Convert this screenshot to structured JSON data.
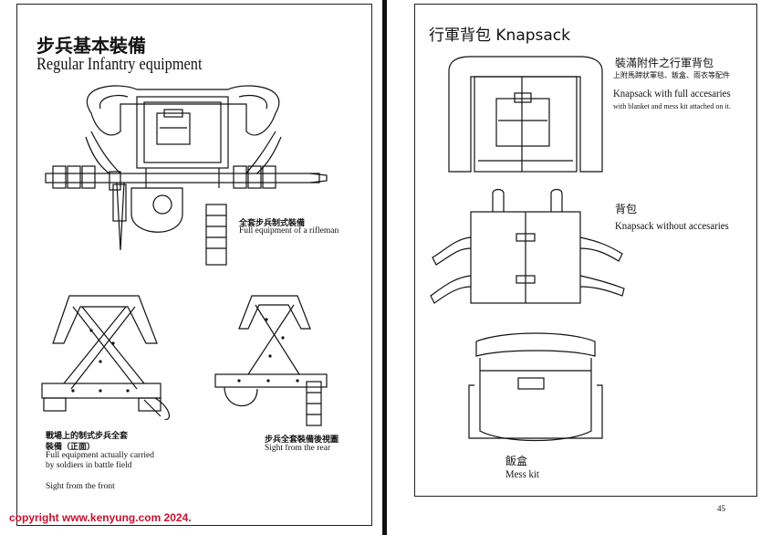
{
  "left_page": {
    "title_zh": "步兵基本裝備",
    "title_en": "Regular Infantry equipment",
    "rifleman": {
      "caption_zh": "全套步兵制式裝備",
      "caption_en": "Full equipment of a rifleman"
    },
    "front_view": {
      "caption_zh_1": "戰場上的制式步兵全套",
      "caption_zh_2": "裝備（正面）",
      "caption_en_1": "Full equipment actually carried by soldiers in battle field",
      "caption_en_2": "Sight from the front"
    },
    "rear_view": {
      "caption_zh": "步兵全套裝備後視圖",
      "caption_en": "Sight from the rear"
    }
  },
  "right_page": {
    "title": "行軍背包 Knapsack",
    "full_knapsack": {
      "caption_zh": "裝滿附件之行軍背包",
      "caption_zh_small": "上附馬蹄狀軍毯、飯盒、雨衣等配件",
      "caption_en": "Knapsack with full accesaries",
      "caption_en_small": "with blanket and mess kit attached on it."
    },
    "empty_knapsack": {
      "caption_zh": "背包",
      "caption_en": "Knapsack without accesaries"
    },
    "mess_kit": {
      "caption_zh": "飯盒",
      "caption_en": "Mess kit"
    },
    "page_number": "45"
  },
  "copyright": "copyright www.kenyung.com 2024."
}
